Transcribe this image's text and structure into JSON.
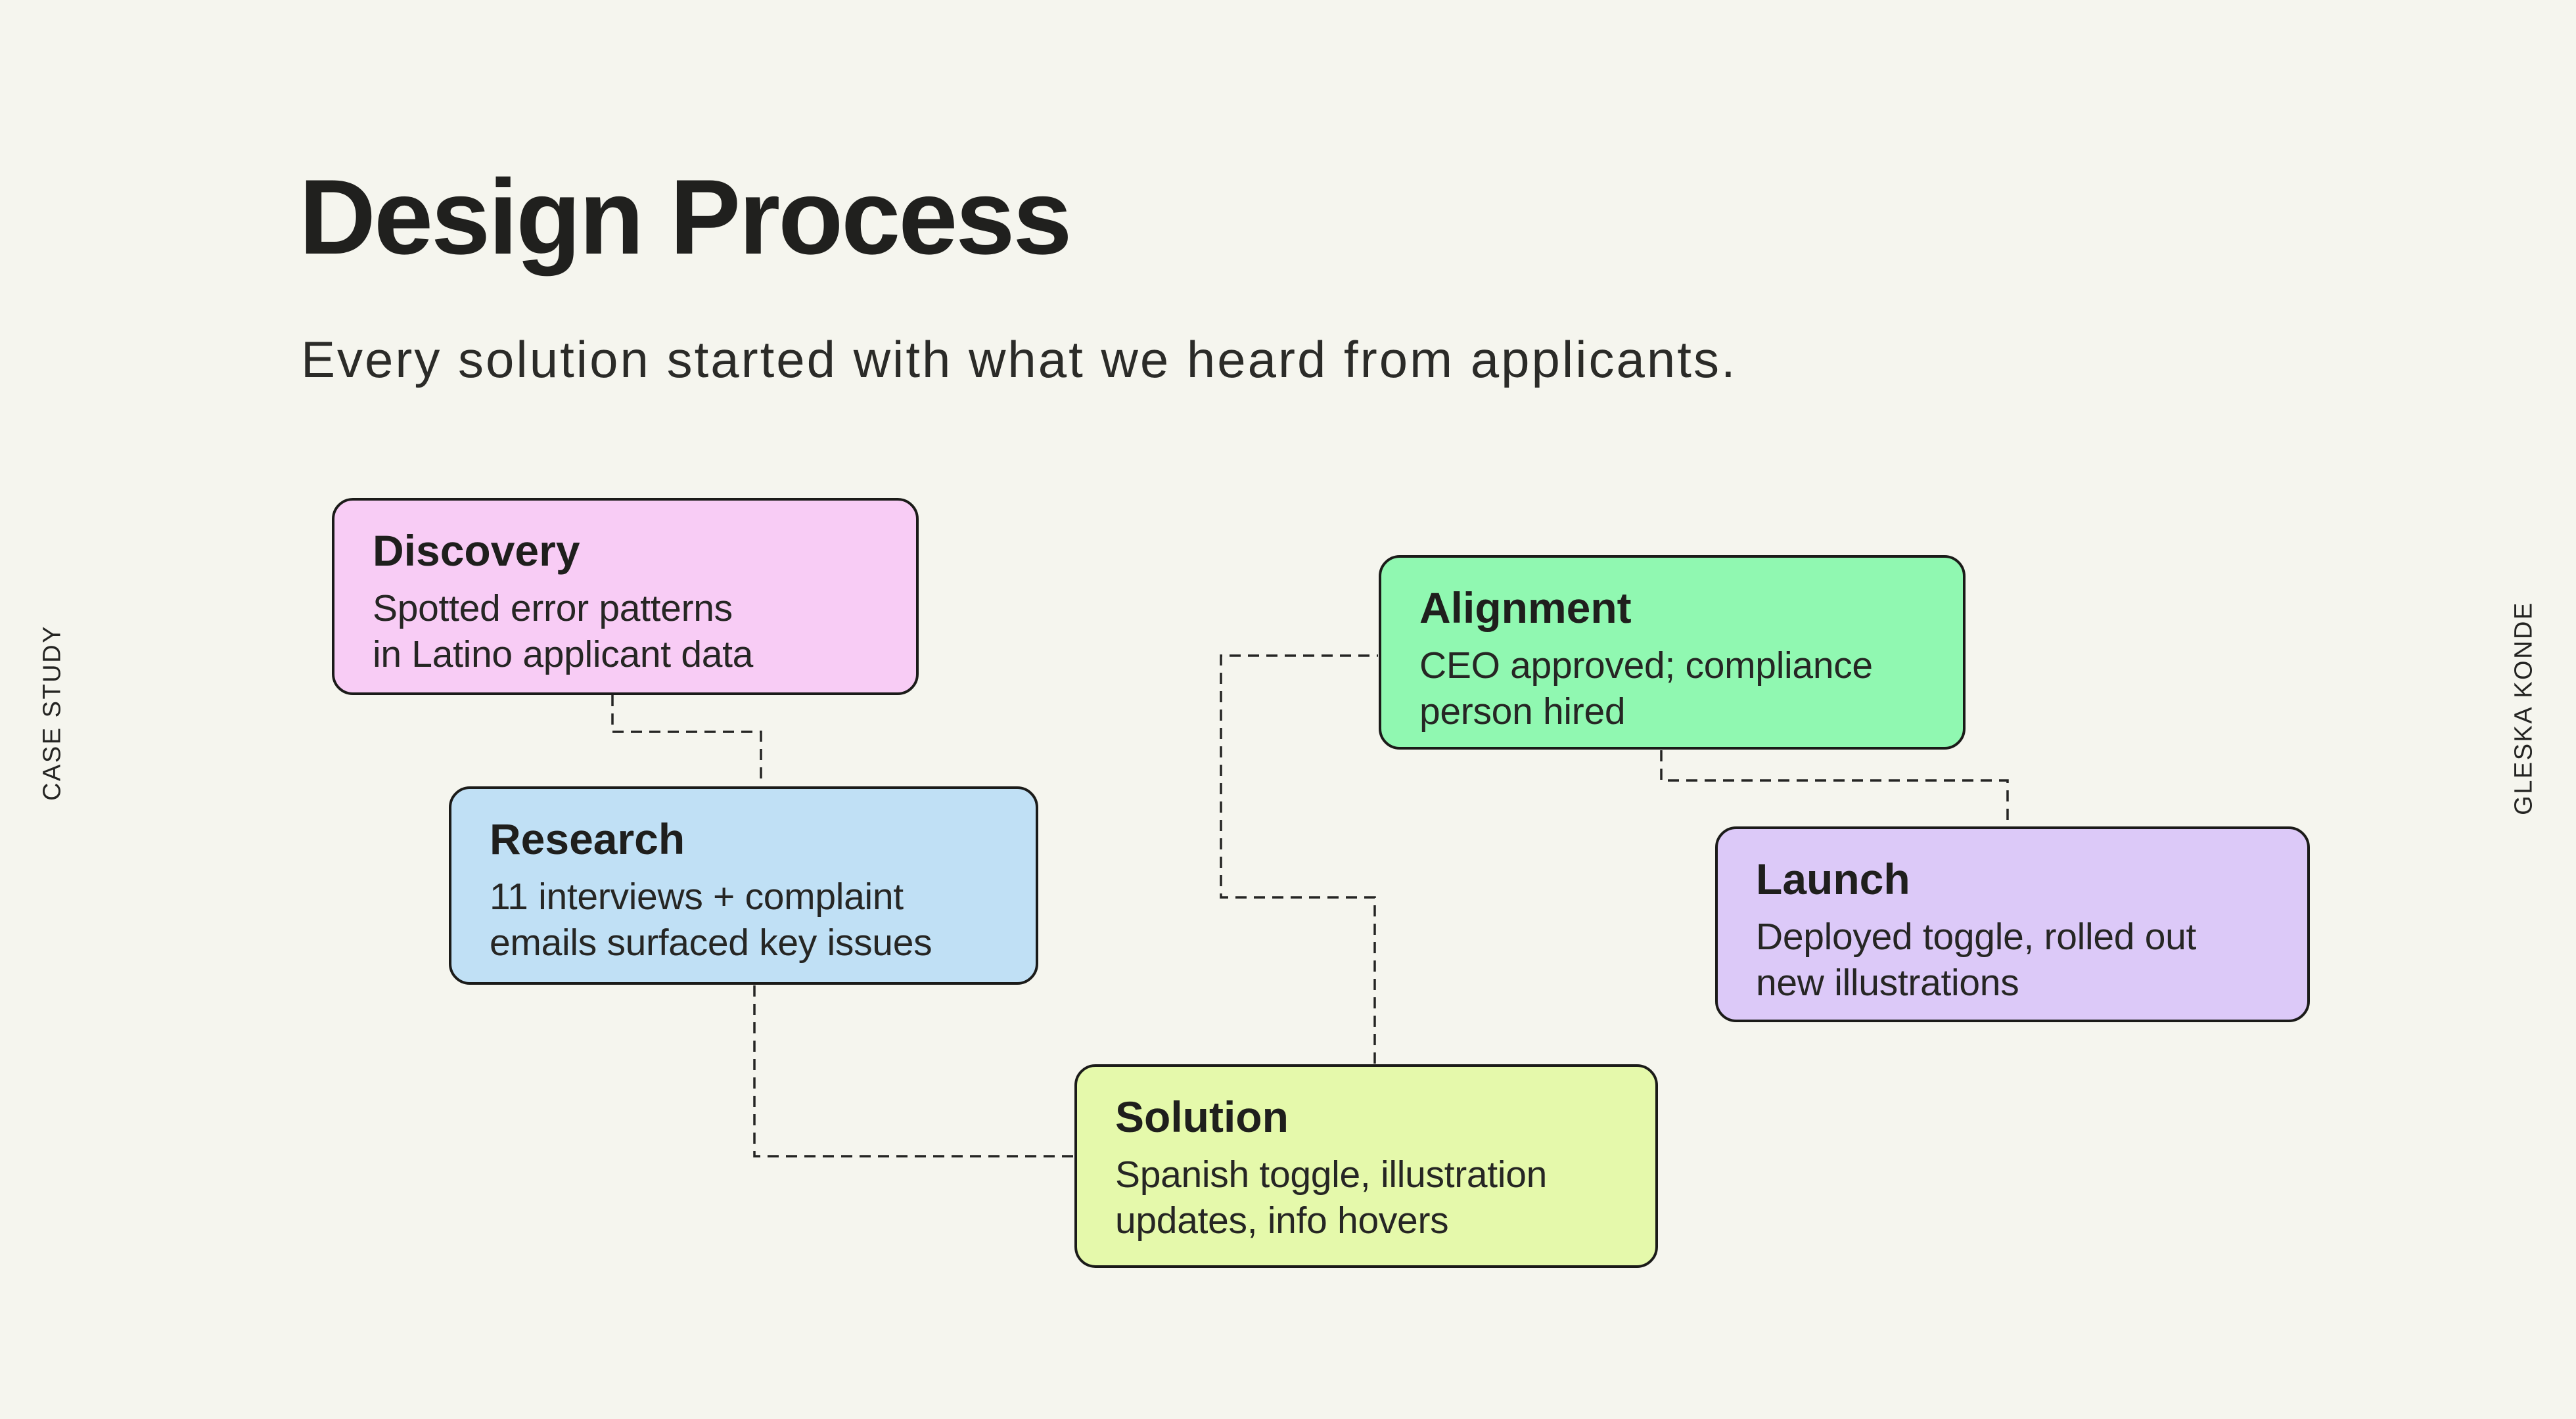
{
  "page": {
    "title": "Design Process",
    "subtitle": "Every solution started with what we heard from applicants.",
    "side_left": "CASE STUDY",
    "side_right": "GLESKA KONDE"
  },
  "colors": {
    "background": "#F5F5EE",
    "card_border": "#1B1B19",
    "text_dark": "#20201E",
    "connector": "#252523"
  },
  "cards": [
    {
      "title": "Discovery",
      "lines": [
        "Spotted error patterns",
        "in Latino applicant data"
      ],
      "bg": "#F8CCF5"
    },
    {
      "title": "Research",
      "lines": [
        "11 interviews + complaint",
        "emails surfaced key issues"
      ],
      "bg": "#C0E0F5"
    },
    {
      "title": "Solution",
      "lines": [
        "Spanish toggle, illustration",
        "updates, info hovers"
      ],
      "bg": "#E5F9AB"
    },
    {
      "title": "Alignment",
      "lines": [
        "CEO approved; compliance",
        "person hired"
      ],
      "bg": "#90F8B1"
    },
    {
      "title": "Launch",
      "lines": [
        "Deployed toggle, rolled out",
        "new illustrations"
      ],
      "bg": "#DCC9F8"
    }
  ]
}
